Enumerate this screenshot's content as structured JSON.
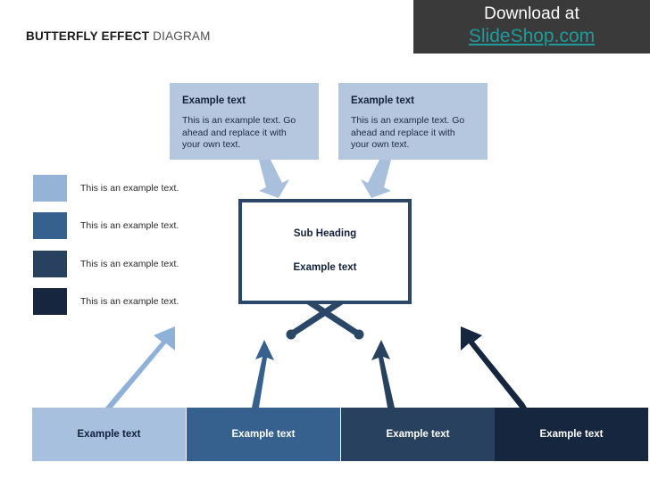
{
  "header": {
    "title_strong": "BUTTERFLY EFFECT",
    "title_light": " DIAGRAM",
    "promo_line1": "Download at",
    "promo_line2": "SlideShop.com",
    "promo_bg": "#3a3a3a",
    "promo_link_color": "#1f9b9b"
  },
  "top_boxes": [
    {
      "title": "Example text",
      "body": "This is an example text. Go ahead and replace it with your own text.",
      "color": "#b5c7de"
    },
    {
      "title": "Example text",
      "body": "This is an example text. Go ahead and replace it with your own text.",
      "color": "#b5c7de"
    }
  ],
  "legend": [
    {
      "label": "This is an example text.",
      "color": "#95b3d7"
    },
    {
      "label": "This is an example text.",
      "color": "#36618f"
    },
    {
      "label": "This is an example text.",
      "color": "#27415f"
    },
    {
      "label": "This is an example text.",
      "color": "#16263f"
    }
  ],
  "center": {
    "heading": "Sub Heading",
    "subtext": "Example text",
    "border_color": "#2b4767",
    "fill": "#ffffff"
  },
  "bottom_boxes": [
    {
      "label": "Example text",
      "color": "#a7c0dd",
      "text_color": "#12213a"
    },
    {
      "label": "Example text",
      "color": "#36618f",
      "text_color": "#ffffff"
    },
    {
      "label": "Example text",
      "color": "#27415f",
      "text_color": "#ffffff"
    },
    {
      "label": "Example text",
      "color": "#16263f",
      "text_color": "#ffffff"
    }
  ],
  "arrows": {
    "cause_arrow_color": "#a8c0dc",
    "effect_colors": [
      "#8fb0d8",
      "#36618f",
      "#27415f",
      "#16263f"
    ],
    "connector_color": "#2b4767"
  },
  "canvas": {
    "background": "#ffffff",
    "width": "728",
    "height": "546"
  }
}
